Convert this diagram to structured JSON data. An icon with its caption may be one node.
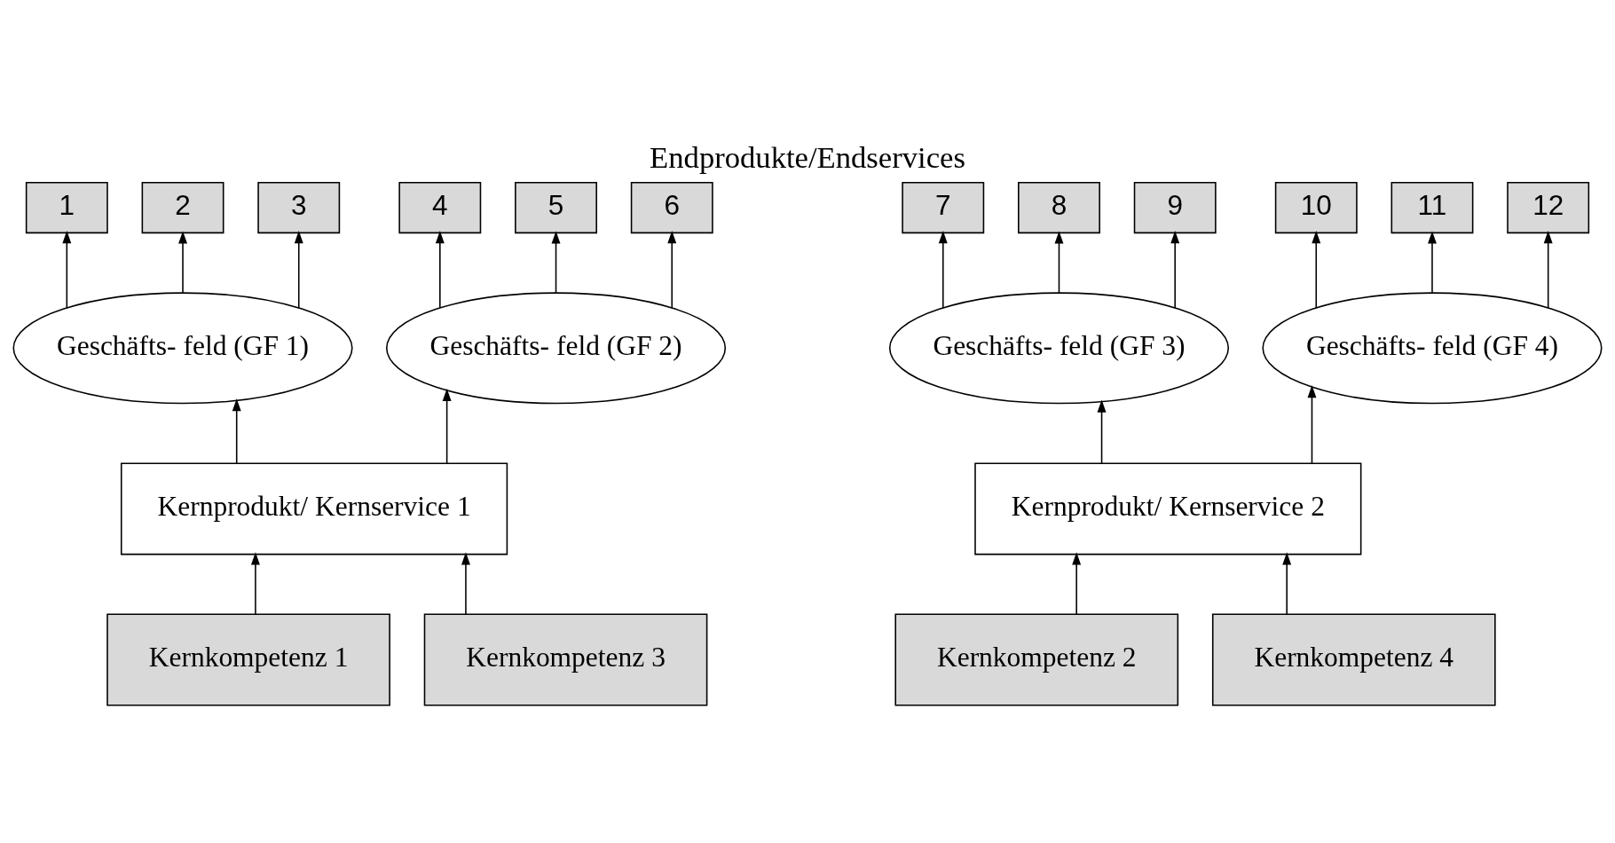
{
  "diagram": {
    "title": "Endprodukte/Endservices",
    "nodes": [
      {
        "text": [
          "1"
        ]
      },
      {
        "text": [
          "2"
        ]
      },
      {
        "text": [
          "3"
        ]
      },
      {
        "text": [
          "4"
        ]
      },
      {
        "text": [
          "5"
        ]
      },
      {
        "text": [
          "6"
        ]
      },
      {
        "text": [
          "7"
        ]
      },
      {
        "text": [
          "8"
        ]
      },
      {
        "text": [
          "9"
        ]
      },
      {
        "text": [
          "10"
        ]
      },
      {
        "text": [
          "11"
        ]
      },
      {
        "text": [
          "12"
        ]
      },
      {
        "text": [
          "Geschäfts- feld (GF 1)"
        ]
      },
      {
        "text": [
          "Geschäfts- feld (GF 2)"
        ]
      },
      {
        "text": [
          "Geschäfts- feld (GF 3)"
        ]
      },
      {
        "text": [
          "Geschäfts- feld (GF 4)"
        ]
      },
      {
        "text": [
          "Kernprodukt/ Kernservice 2"
        ]
      },
      {
        "text": [
          "Kernprodukt/ Kernservice 1"
        ]
      },
      {
        "text": [
          "Kernkompetenz 1"
        ]
      },
      {
        "text": [
          "Kernkompetenz 2"
        ]
      },
      {
        "text": [
          "Kernkompetenz 3"
        ]
      },
      {
        "text": [
          "Kernkompetenz 4"
        ]
      }
    ],
    "edges": [
      {
        "from": 12,
        "to": 0,
        "arrow": "to"
      },
      {
        "from": 12,
        "to": 1,
        "arrow": "to"
      },
      {
        "from": 12,
        "to": 2,
        "arrow": "to"
      },
      {
        "from": 13,
        "to": 3,
        "arrow": "to"
      },
      {
        "from": 13,
        "to": 4,
        "arrow": "to"
      },
      {
        "from": 13,
        "to": 5,
        "arrow": "to"
      },
      {
        "from": 14,
        "to": 6,
        "arrow": "to"
      },
      {
        "from": 14,
        "to": 7,
        "arrow": "to"
      },
      {
        "from": 14,
        "to": 8,
        "arrow": "to"
      },
      {
        "from": 15,
        "to": 9,
        "arrow": "to"
      },
      {
        "from": 15,
        "to": 10,
        "arrow": "to"
      },
      {
        "from": 15,
        "to": 11,
        "arrow": "to"
      },
      {
        "from": 17,
        "to": 12,
        "arrow": "to"
      },
      {
        "from": 17,
        "to": 13,
        "arrow": "to"
      },
      {
        "from": 16,
        "to": 14,
        "arrow": "to"
      },
      {
        "from": 16,
        "to": 15,
        "arrow": "to"
      },
      {
        "from": 18,
        "to": 17,
        "arrow": "to"
      },
      {
        "from": 19,
        "to": 16,
        "arrow": "to"
      },
      {
        "from": 20,
        "to": 17,
        "arrow": "to"
      },
      {
        "from": 21,
        "to": 16,
        "arrow": "to"
      }
    ]
  }
}
